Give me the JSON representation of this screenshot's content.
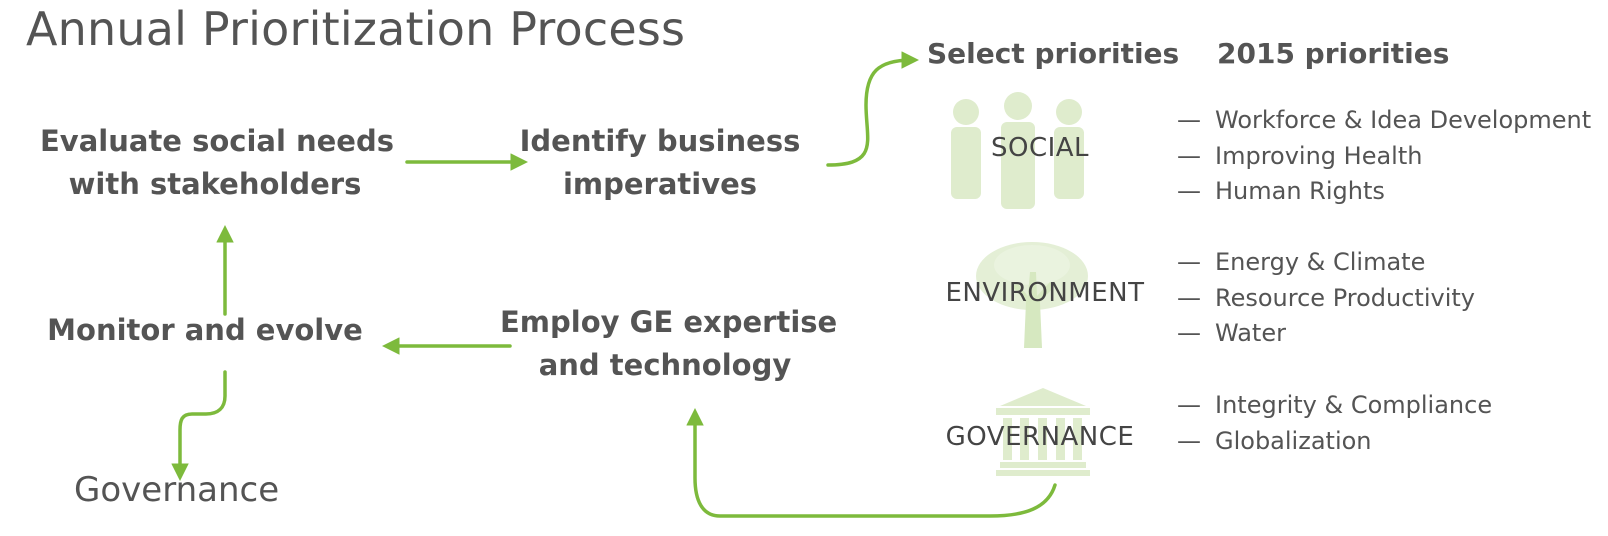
{
  "title": "Annual Prioritization Process",
  "steps": {
    "evaluate": [
      "Evaluate social needs",
      "with stakeholders"
    ],
    "identify": [
      "Identify business",
      "imperatives"
    ],
    "employ": [
      "Employ GE expertise",
      "and technology"
    ],
    "monitor": "Monitor and evolve"
  },
  "governance_label": "Governance",
  "headers": {
    "select": "Select priorities",
    "year": "2015 priorities"
  },
  "categories": [
    {
      "name": "SOCIAL",
      "icon": "people-icon",
      "items": [
        "Workforce & Idea Development",
        "Improving Health",
        "Human Rights"
      ]
    },
    {
      "name": "ENVIRONMENT",
      "icon": "tree-icon",
      "items": [
        "Energy & Climate",
        "Resource Productivity",
        "Water"
      ]
    },
    {
      "name": "GOVERNANCE",
      "icon": "building-icon",
      "items": [
        "Integrity & Compliance",
        "Globalization"
      ]
    }
  ],
  "bullet": "—",
  "colors": {
    "arrow": "#7dba3c",
    "icon": "#dfeccd",
    "text": "#545454"
  }
}
